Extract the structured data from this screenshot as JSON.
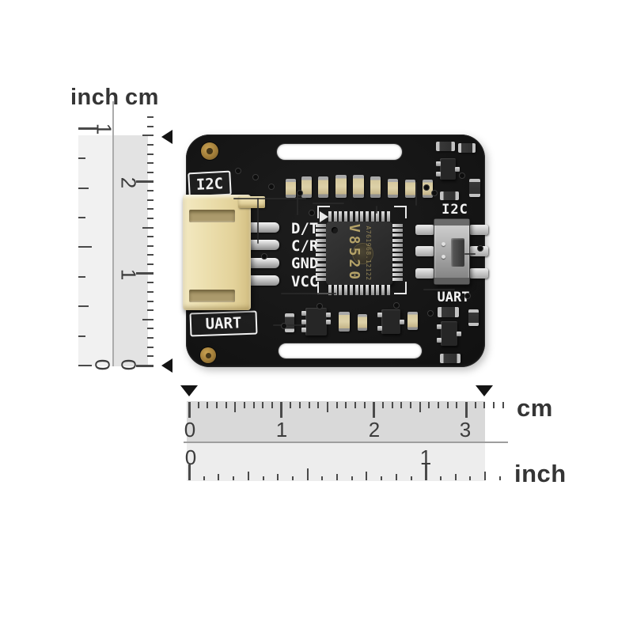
{
  "vertical_ruler": {
    "inch_header": "inch",
    "cm_header": "cm",
    "inch_labels": [
      {
        "text": "1"
      },
      {
        "text": "0"
      }
    ],
    "cm_labels": [
      {
        "text": "2"
      },
      {
        "text": "1"
      },
      {
        "text": "0"
      }
    ]
  },
  "horizontal_ruler": {
    "cm_unit": "cm",
    "inch_unit": "inch",
    "cm_labels": [
      {
        "text": "0"
      },
      {
        "text": "1"
      },
      {
        "text": "2"
      },
      {
        "text": "3"
      }
    ],
    "inch_labels": [
      {
        "text": "0"
      },
      {
        "text": "1"
      }
    ]
  },
  "pcb": {
    "boxed_label_top": "I2C",
    "boxed_label_bottom": "UART",
    "pin_labels": [
      {
        "text": "D/T"
      },
      {
        "text": "C/R"
      },
      {
        "text": "GND"
      },
      {
        "text": "VCC"
      }
    ],
    "chip": {
      "part_number": "V8520",
      "batch_code": "A761968.12122"
    },
    "switch": {
      "top_label": "I2C",
      "bottom_label": "UART"
    }
  },
  "colors": {
    "pcb": "#161616",
    "connector": "#ecdfae",
    "silkscreen": "#f4f4f4",
    "chip_marking": "#b4a268",
    "gold_pad": "#a07c38",
    "ruler_text": "#3c3c3c",
    "ruler_band_cm_h": "#d9d9d9",
    "ruler_band_inch_h": "#ededed",
    "ruler_band_cm_v": "#e3e3e3",
    "ruler_band_inch_v": "#f1f1f1"
  }
}
